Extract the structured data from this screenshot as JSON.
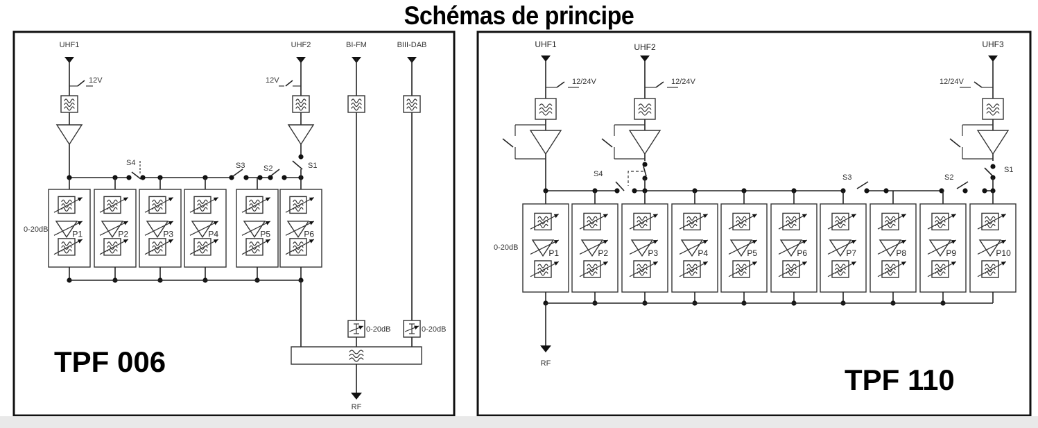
{
  "title": "Schémas de principe",
  "diagrams": [
    {
      "model": "TPF 006",
      "inputs": [
        "UHF1",
        "UHF2",
        "BI-FM",
        "BIII-DAB"
      ],
      "power_labels": [
        "12V",
        "12V"
      ],
      "switches": [
        "S1",
        "S2",
        "S3",
        "S4"
      ],
      "gain_label": "0-20dB",
      "channels": [
        "P1",
        "P2",
        "P3",
        "P4",
        "P5",
        "P6"
      ],
      "attenuator_labels": [
        "0-20dB",
        "0-20dB"
      ],
      "output": "RF"
    },
    {
      "model": "TPF 110",
      "inputs": [
        "UHF1",
        "UHF2",
        "UHF3"
      ],
      "power_labels": [
        "12/24V",
        "12/24V",
        "12/24V"
      ],
      "switches": [
        "S1",
        "S2",
        "S3",
        "S4"
      ],
      "gain_label": "0-20dB",
      "channels": [
        "P1",
        "P2",
        "P3",
        "P4",
        "P5",
        "P6",
        "P7",
        "P8",
        "P9",
        "P10"
      ],
      "output": "RF"
    }
  ]
}
